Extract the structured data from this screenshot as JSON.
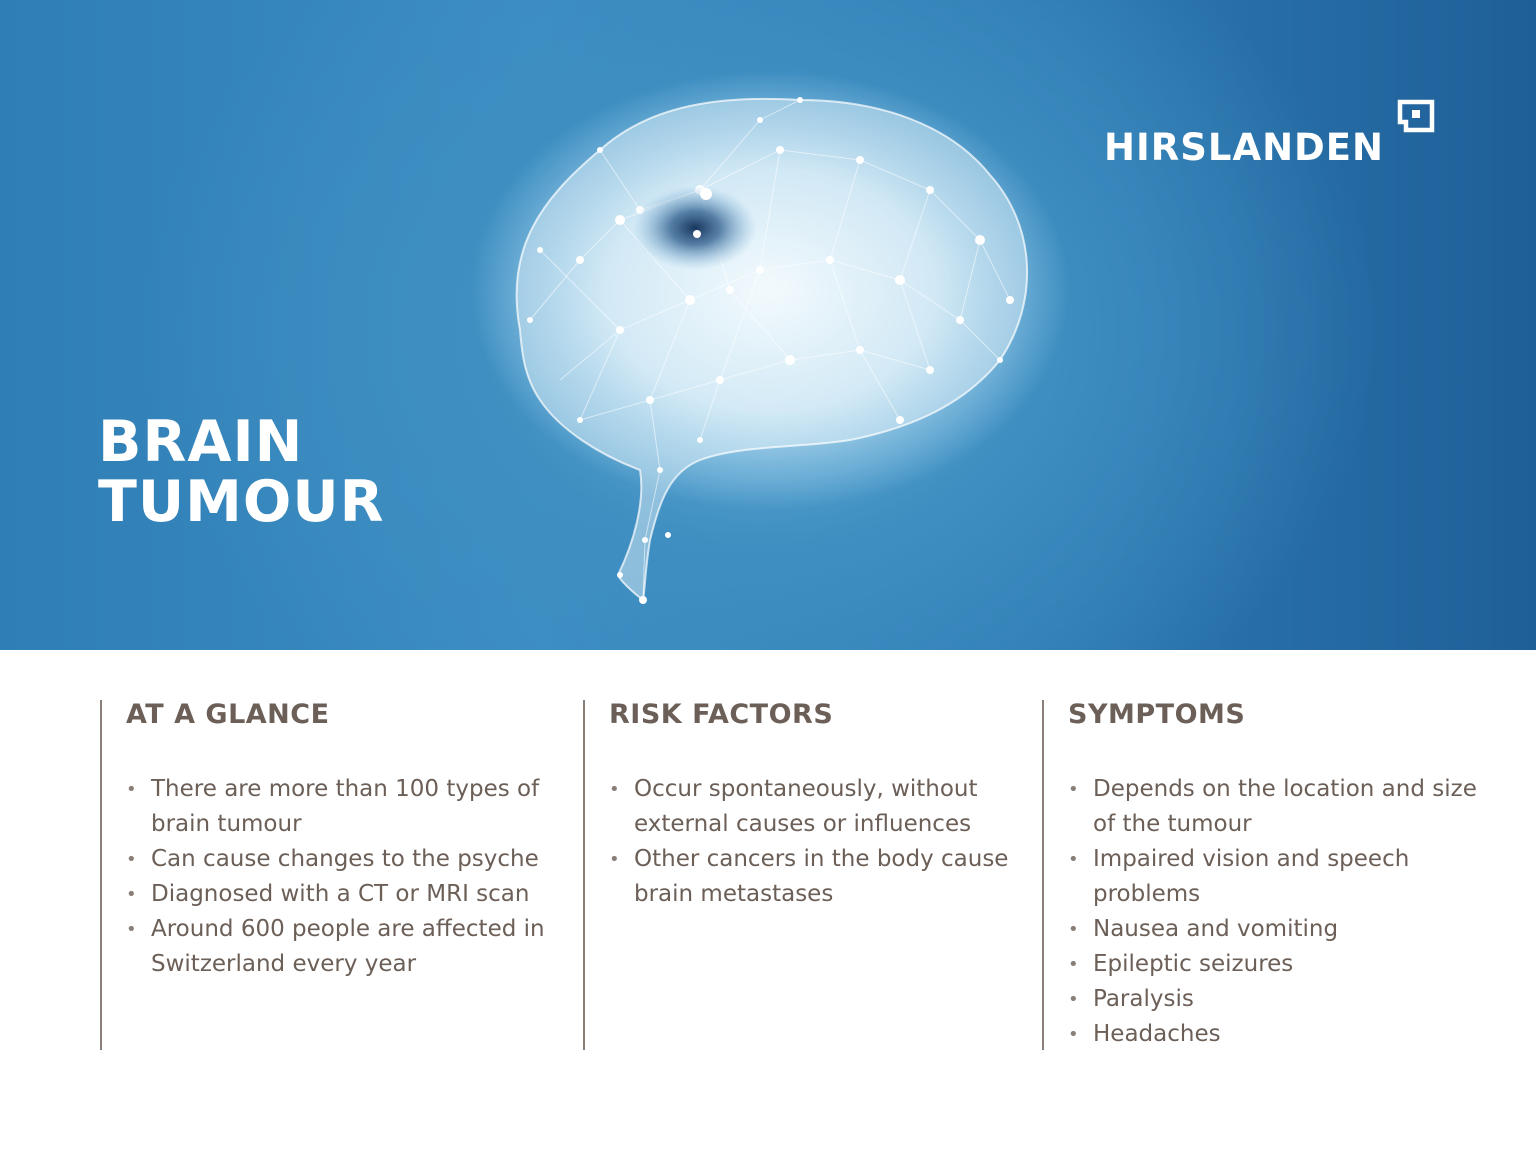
{
  "hero": {
    "title_line1": "BRAIN",
    "title_line2": "TUMOUR",
    "image": "polygonal-brain-network-illustration"
  },
  "logo": {
    "text": "HIRSLANDEN",
    "icon": "hirslanden-mark-icon"
  },
  "colors": {
    "hero_blue": "#2f7fb6",
    "text_brown": "#6b5f57",
    "divider": "#8a7f78"
  },
  "sections": {
    "glance": {
      "heading": "AT A GLANCE",
      "items": [
        "There are more than 100 types of brain tumour",
        "Can cause changes to the psyche",
        "Diagnosed with a CT or MRI scan",
        "Around 600 people are affected in Switzerland every year"
      ]
    },
    "risk": {
      "heading": "RISK FACTORS",
      "items": [
        "Occur spontaneously, without external causes or influences",
        "Other cancers in the body cause brain metastases"
      ]
    },
    "symptoms": {
      "heading": "SYMPTOMS",
      "items": [
        "Depends on the location and size of the tumour",
        "Impaired vision and speech problems",
        "Nausea and vomiting",
        "Epileptic seizures",
        "Paralysis",
        "Headaches"
      ]
    }
  }
}
